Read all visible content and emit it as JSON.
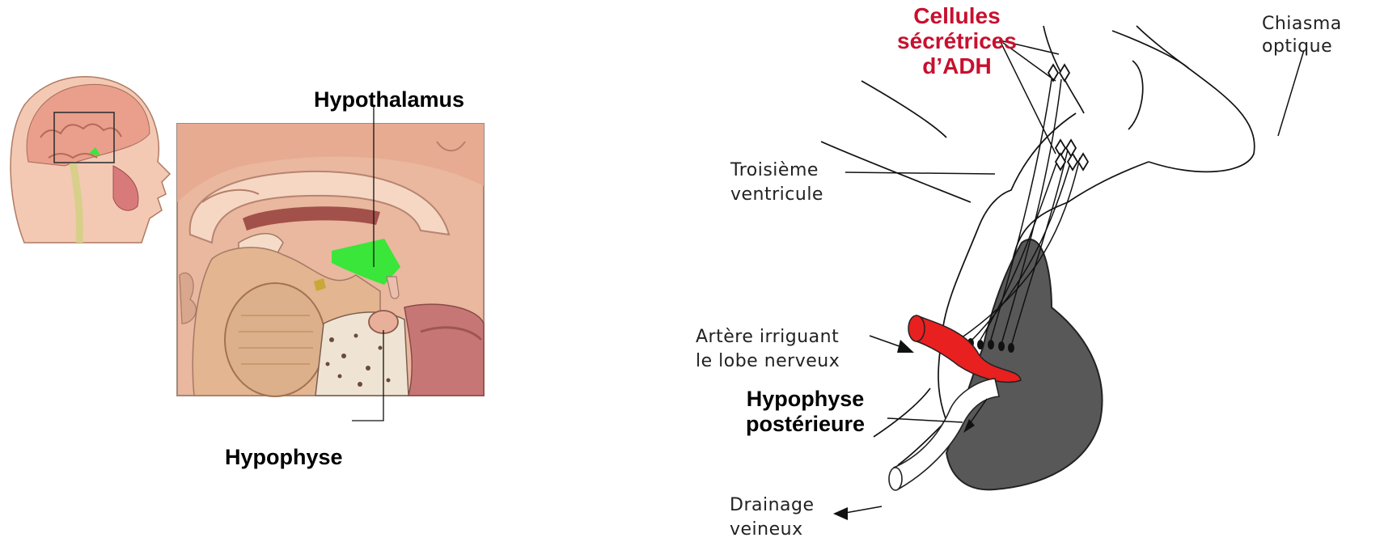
{
  "left_panel": {
    "hypothalamus_label": "Hypothalamus",
    "hypophyse_label": "Hypophyse"
  },
  "right_panel": {
    "cells_label": [
      "Cellules",
      "sécrétrices",
      "d’ADH"
    ],
    "chiasma_label": [
      "Chiasma",
      "optique"
    ],
    "ventricle_label": [
      "Troisième",
      "ventricule"
    ],
    "artery_label": [
      "Artère irriguant",
      "le lobe nerveux"
    ],
    "posterior_label": [
      "Hypophyse",
      "postérieure"
    ],
    "drainage_label": [
      "Drainage",
      "veineux"
    ]
  },
  "colors": {
    "hypothalamus_highlight": "#39e639",
    "adh_text": "#c8102e",
    "artery": "#e8201f",
    "anterior_lobe": "#575757",
    "tissue": "#e3a48c"
  }
}
